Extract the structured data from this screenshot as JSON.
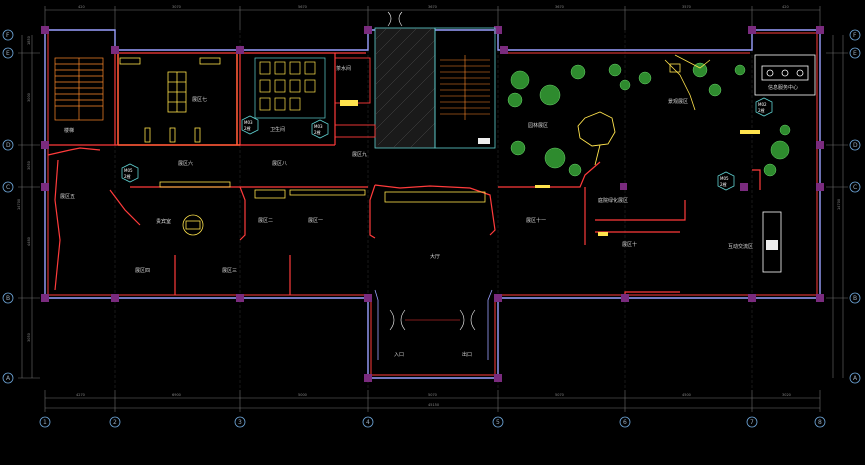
{
  "colors": {
    "background": "#000000",
    "wall": "#ff3b3b",
    "wall_outline": "#9aa0ff",
    "column": "#7a2b7e",
    "furniture": "#ffe34d",
    "stair": "#ff8a2a",
    "tree": "#2e8b2e",
    "dimension": "#7a7a7a",
    "glass": "#5fd0d0"
  },
  "axes": {
    "horizontal": [
      "1",
      "2",
      "3",
      "4",
      "5",
      "6",
      "7",
      "8"
    ],
    "vertical": [
      "A",
      "B",
      "C",
      "D",
      "E",
      "F"
    ]
  },
  "dimensions": {
    "top": [
      "420",
      "3070",
      "5670",
      "3670",
      "3670",
      "3570",
      "420"
    ],
    "bottom_segments": [
      "4270",
      "6900",
      "5000",
      "5070",
      "5070",
      "4500",
      "3020"
    ],
    "bottom_total": "45150",
    "left": [
      "1850",
      "3000",
      "3050",
      "4480",
      "3050"
    ],
    "left_total": "14700",
    "right_total": "14700"
  },
  "rooms": [
    {
      "id": "room-zone-7",
      "label": "展区七"
    },
    {
      "id": "room-zone-6",
      "label": "展区六"
    },
    {
      "id": "room-zone-8",
      "label": "展区八"
    },
    {
      "id": "room-zone-9",
      "label": "展区九"
    },
    {
      "id": "room-zone-5",
      "label": "展区五"
    },
    {
      "id": "room-zone-4",
      "label": "展区四"
    },
    {
      "id": "room-zone-3",
      "label": "展区三"
    },
    {
      "id": "room-zone-2",
      "label": "展区二"
    },
    {
      "id": "room-zone-1",
      "label": "展区一"
    },
    {
      "id": "room-zone-11",
      "label": "展区十一"
    },
    {
      "id": "room-zone-10",
      "label": "展区十"
    },
    {
      "id": "room-hall",
      "label": "大厅"
    },
    {
      "id": "room-guest",
      "label": "贵宾室"
    },
    {
      "id": "room-tea",
      "label": "茶水间"
    },
    {
      "id": "room-toilet",
      "label": "卫生间"
    },
    {
      "id": "room-garden",
      "label": "园林展区"
    },
    {
      "id": "room-landscape",
      "label": "景观展区"
    },
    {
      "id": "room-lawn",
      "label": "庭院绿化展区"
    },
    {
      "id": "room-info",
      "label": "信息服务中心"
    },
    {
      "id": "room-interact",
      "label": "互动交流区"
    },
    {
      "id": "room-entry",
      "label": "入口"
    },
    {
      "id": "room-exit",
      "label": "出口"
    },
    {
      "id": "room-stair",
      "label": "楼梯"
    }
  ],
  "door_tags": [
    {
      "code": "M05",
      "sub": "2樘"
    },
    {
      "code": "M03",
      "sub": "2樘"
    },
    {
      "code": "M03",
      "sub": "2樘"
    },
    {
      "code": "M02",
      "sub": "2樘"
    },
    {
      "code": "M05",
      "sub": "2樘"
    }
  ]
}
